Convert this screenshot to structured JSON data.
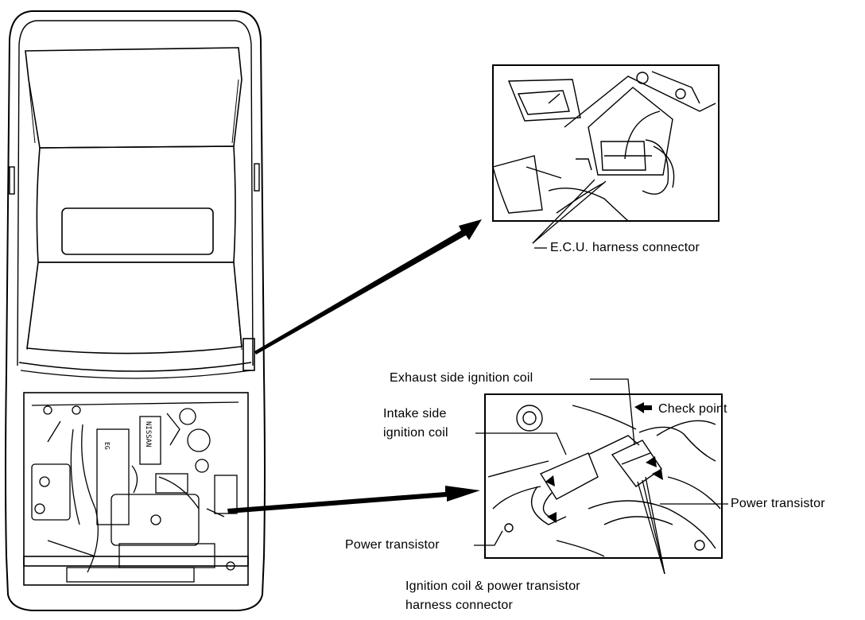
{
  "labels": {
    "ecu_connector": "E.C.U. harness connector",
    "exhaust_coil": "Exhaust side ignition coil",
    "check_point": "Check point",
    "intake_coil_line1": "Intake side",
    "intake_coil_line2": "ignition coil",
    "power_transistor_right": "Power transistor",
    "power_transistor_left": "Power transistor",
    "harness_line1": "Ignition coil & power transistor",
    "harness_line2": "harness connector"
  },
  "car_badges": {
    "nissan": "NISSAN",
    "engine": "EG"
  },
  "icons": {
    "pointer_arrow": "callout-arrow-icon",
    "check_point_marker": "check-point-arrow-icon"
  }
}
